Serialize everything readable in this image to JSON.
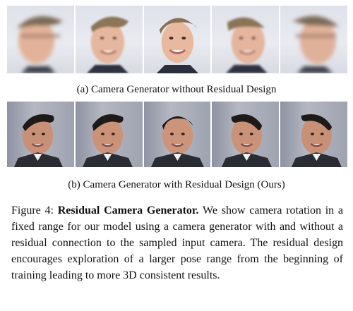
{
  "row_a": {
    "caption": "(a) Camera Generator without Residual Design",
    "faces": [
      {
        "pose": "left-blurred"
      },
      {
        "pose": "left"
      },
      {
        "pose": "front"
      },
      {
        "pose": "right"
      },
      {
        "pose": "right-blurred"
      }
    ]
  },
  "row_b": {
    "caption": "(b) Camera Generator with Residual Design (Ours)",
    "faces": [
      {
        "pose": "left"
      },
      {
        "pose": "slight-left"
      },
      {
        "pose": "front"
      },
      {
        "pose": "slight-right"
      },
      {
        "pose": "right"
      }
    ]
  },
  "figure": {
    "label": "Figure 4:",
    "title": "Residual Camera Generator.",
    "body_line1_rest": "We show camera",
    "body_rest": "rotation in a fixed range for our model using a camera generator with and without a residual connection to the sampled input camera. The residual design encourages exploration of a larger pose range from the beginning of training leading to more 3D consistent results."
  }
}
